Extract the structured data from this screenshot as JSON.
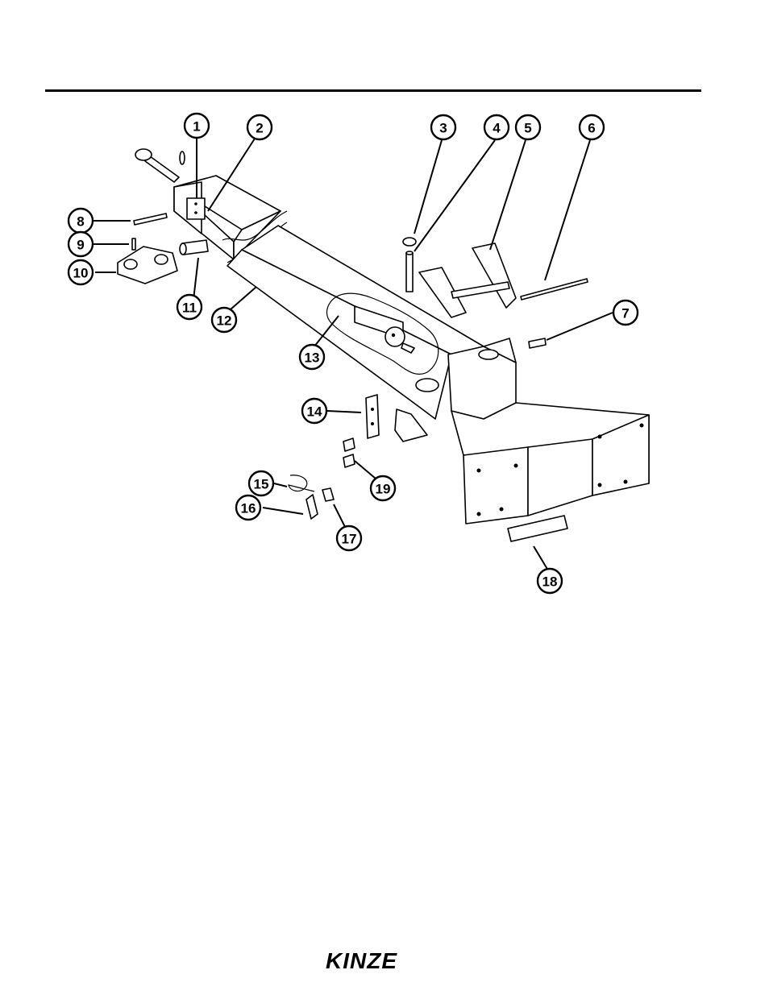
{
  "callouts": [
    {
      "label": "1"
    },
    {
      "label": "2"
    },
    {
      "label": "3"
    },
    {
      "label": "4"
    },
    {
      "label": "5"
    },
    {
      "label": "6"
    },
    {
      "label": "7"
    },
    {
      "label": "8"
    },
    {
      "label": "9"
    },
    {
      "label": "10"
    },
    {
      "label": "11"
    },
    {
      "label": "12"
    },
    {
      "label": "13"
    },
    {
      "label": "14"
    },
    {
      "label": "15"
    },
    {
      "label": "16"
    },
    {
      "label": "17"
    },
    {
      "label": "18"
    },
    {
      "label": "19"
    }
  ],
  "logo": {
    "text": "KINZE"
  }
}
